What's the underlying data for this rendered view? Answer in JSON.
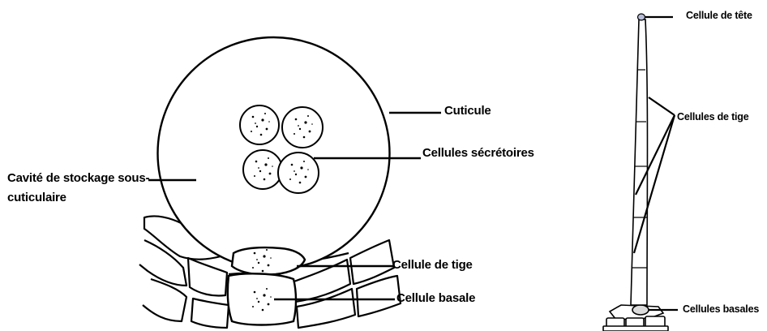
{
  "gland_labels": {
    "cuticle": "Cuticule",
    "secretory_cells": "Cellules sécrétoires",
    "storage_cavity_line1": "Cavité de stockage sous-",
    "storage_cavity_line2": "cuticulaire",
    "stalk_cell": "Cellule de tige",
    "basal_cell": "Cellule basale"
  },
  "trichome_labels": {
    "head_cell": "Cellule de tête",
    "stalk_cells": "Cellules de tige",
    "basal_cells": "Cellules basales"
  },
  "colors": {
    "ink": "#000000",
    "paper": "#ffffff",
    "head_cell_fill": "#b8bcd8"
  }
}
